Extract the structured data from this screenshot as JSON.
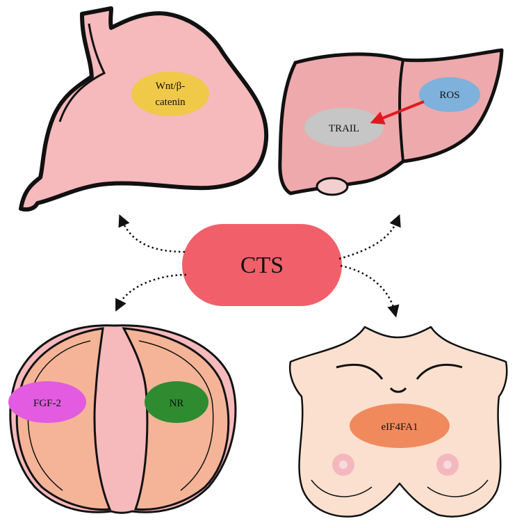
{
  "center": {
    "label": "CTS"
  },
  "stomach": {
    "marker_line1": "Wnt/β-",
    "marker_line2": "catenin"
  },
  "liver": {
    "marker_top": "ROS",
    "marker_main": "TRAIL"
  },
  "prostate": {
    "marker_left": "FGF-2",
    "marker_right": "NR"
  },
  "breast": {
    "marker": "eIF4FA1"
  },
  "colors": {
    "organ_pink": "#F6B9BC",
    "liver_pink": "#EEA9AC",
    "prostate_fill": "#F5B497",
    "breast_fill": "#FBE0D0",
    "cts_red": "#F1606A",
    "wnt_yellow": "#F0C948",
    "ros_blue": "#7EB1DB",
    "trail_gray": "#C6C6C6",
    "arrow_red": "#E0191F",
    "fgf_magenta": "#E25BE0",
    "nr_green": "#2E8B2F",
    "eif_orange": "#F08A5C"
  }
}
